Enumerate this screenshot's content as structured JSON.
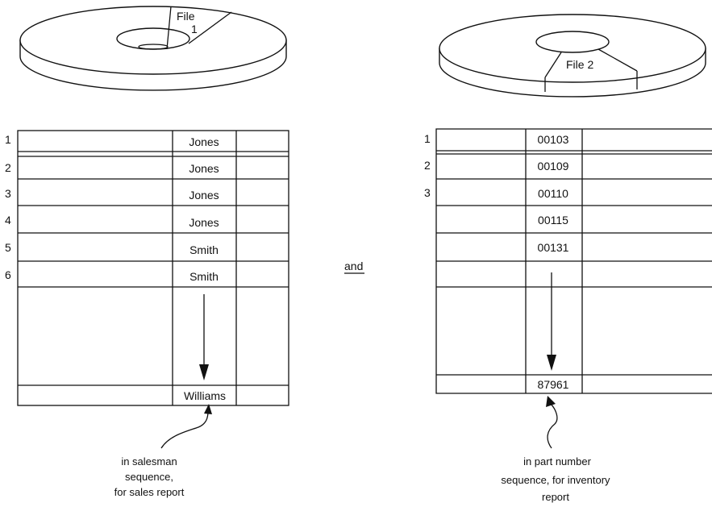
{
  "disks": {
    "left_label_line1": "File",
    "left_label_line2": "1",
    "right_label": "File 2"
  },
  "file1": {
    "row_numbers": [
      "1",
      "2",
      "3",
      "4",
      "5",
      "6"
    ],
    "keys": [
      "Jones",
      "Jones",
      "Jones",
      "Jones",
      "Smith",
      "Smith"
    ],
    "last_key": "Williams",
    "caption": [
      "in salesman",
      "sequence,",
      "for sales report"
    ]
  },
  "connector": "and",
  "file2": {
    "row_numbers": [
      "1",
      "2",
      "3"
    ],
    "keys": [
      "00103",
      "00109",
      "00110",
      "00115",
      "00131"
    ],
    "last_key": "87961",
    "caption": [
      "in part number",
      "sequence, for inventory",
      "report"
    ]
  }
}
